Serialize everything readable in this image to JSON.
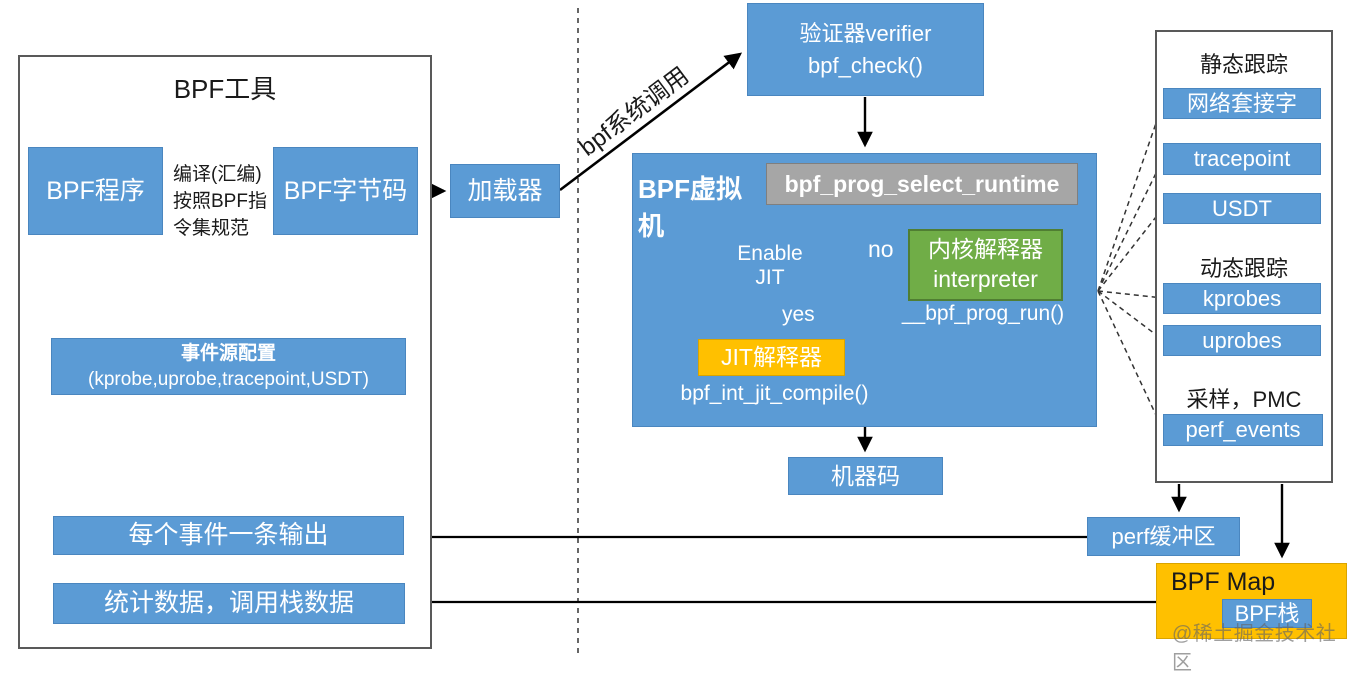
{
  "colors": {
    "box_blue": "#5B9BD5",
    "interpreter_green": "#70AD47",
    "jit_orange": "#FFC000",
    "runtime_gray": "#A6A6A6"
  },
  "left_panel": {
    "title": "BPF工具",
    "bpf_program": "BPF程序",
    "compile_line1": "编译(汇编)",
    "compile_line2": "按照BPF指",
    "compile_line3": "令集规范",
    "bpf_bytecode": "BPF字节码",
    "event_source_line1": "事件源配置",
    "event_source_line2": "(kprobe,uprobe,tracepoint,USDT)",
    "per_event_output": "每个事件一条输出",
    "stats_output": "统计数据，调用栈数据"
  },
  "middle": {
    "loader": "加载器",
    "syscall_label": "bpf系统调用",
    "verifier_line1": "验证器verifier",
    "verifier_line2": "bpf_check()",
    "machine_code": "机器码"
  },
  "vm": {
    "title": "BPF虚拟机",
    "runtime": "bpf_prog_select_runtime",
    "diamond_line1": "Enable",
    "diamond_line2": "JIT",
    "no_label": "no",
    "yes_label": "yes",
    "interpreter_line1": "内核解释器",
    "interpreter_line2": "interpreter",
    "prog_run": "__bpf_prog_run()",
    "jit_box": "JIT解释器",
    "jit_compile": "bpf_int_jit_compile()"
  },
  "right_panel": {
    "static_tracing": "静态跟踪",
    "network_socket": "网络套接字",
    "tracepoint": "tracepoint",
    "usdt": "USDT",
    "dynamic_tracing": "动态跟踪",
    "kprobes": "kprobes",
    "uprobes": "uprobes",
    "sampling": "采样，PMC",
    "perf_events": "perf_events"
  },
  "bottom_right": {
    "perf_buffer": "perf缓冲区",
    "bpf_map": "BPF Map",
    "bpf_stack": "BPF栈"
  },
  "watermark": "@稀土掘金技术社区"
}
